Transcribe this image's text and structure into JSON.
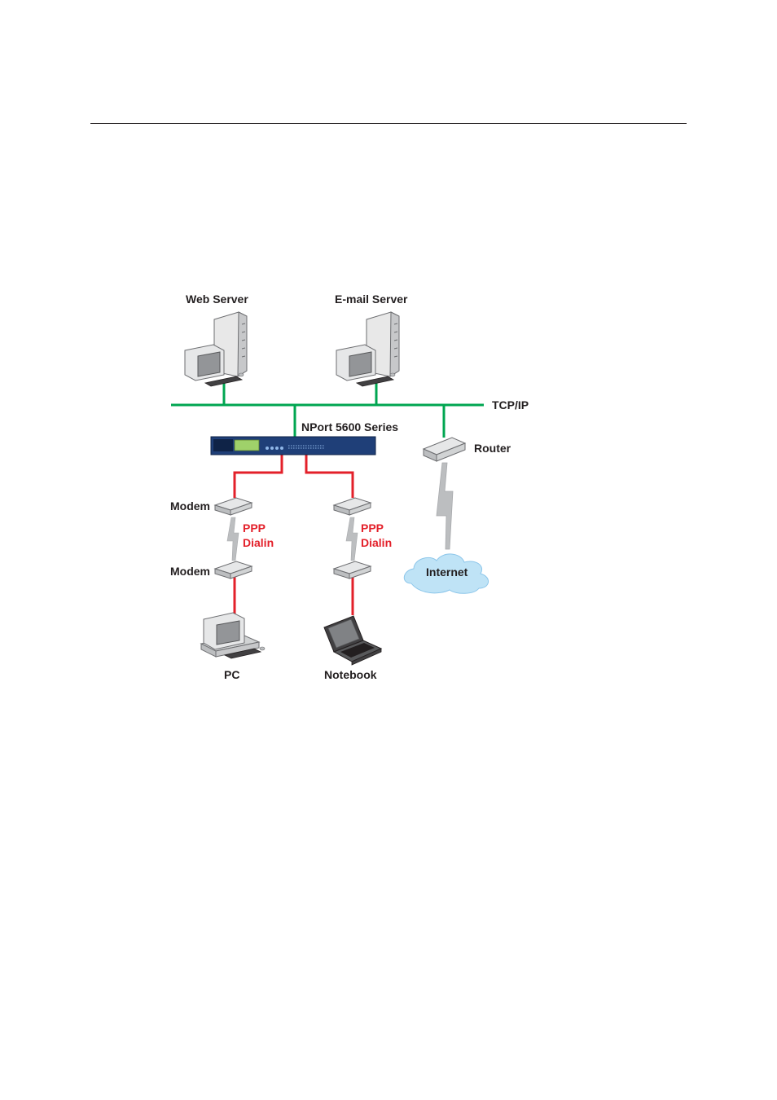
{
  "diagram": {
    "nodes": {
      "web_server": "Web Server",
      "email_server": "E-mail Server",
      "tcpip": "TCP/IP",
      "nport": "NPort 5600 Series",
      "router": "Router",
      "modem_top": "Modem",
      "modem_bottom": "Modem",
      "internet": "Internet",
      "pc": "PC",
      "notebook": "Notebook"
    },
    "links": {
      "ppp_left_1": "PPP",
      "ppp_left_2": "Dialin",
      "ppp_right_1": "PPP",
      "ppp_right_2": "Dialin"
    },
    "colors": {
      "ethernet": "#00a651",
      "serial": "#e3202a",
      "internet_cloud": "#bfe3f6",
      "nport_body": "#1f3f78"
    }
  }
}
